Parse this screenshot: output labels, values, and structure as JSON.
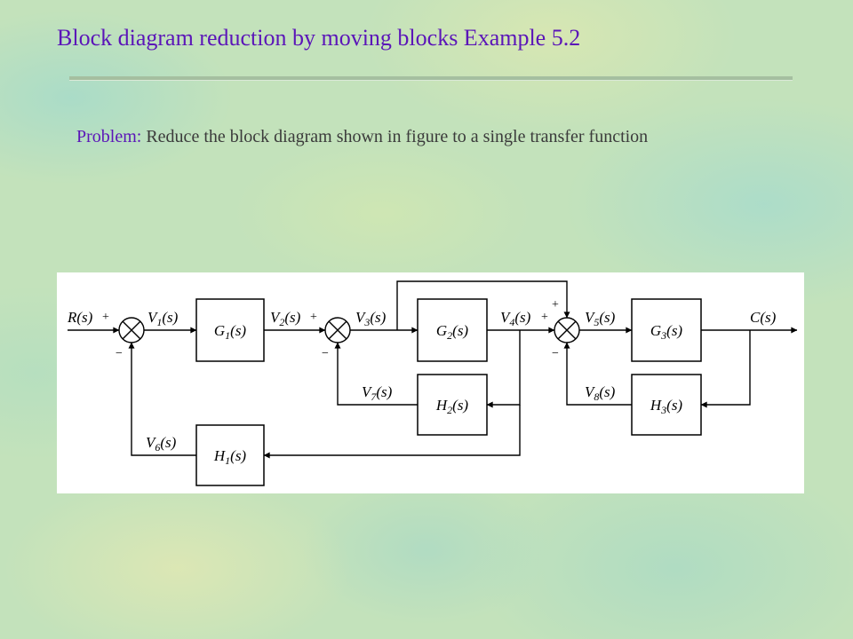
{
  "slide": {
    "title": "Block diagram reduction by moving blocks Example 5.2",
    "problem_label": "Problem:",
    "problem_text": " Reduce the block diagram shown in figure to a single transfer function"
  },
  "diagram": {
    "blocks": [
      {
        "id": "G1",
        "sym": "G",
        "sub": "1",
        "arg": "(s)"
      },
      {
        "id": "G2",
        "sym": "G",
        "sub": "2",
        "arg": "(s)"
      },
      {
        "id": "G3",
        "sym": "G",
        "sub": "3",
        "arg": "(s)"
      },
      {
        "id": "H1",
        "sym": "H",
        "sub": "1",
        "arg": "(s)"
      },
      {
        "id": "H2",
        "sym": "H",
        "sub": "2",
        "arg": "(s)"
      },
      {
        "id": "H3",
        "sym": "H",
        "sub": "3",
        "arg": "(s)"
      }
    ],
    "signals": [
      {
        "id": "R",
        "sym": "R",
        "sub": "",
        "arg": "(s)"
      },
      {
        "id": "V1",
        "sym": "V",
        "sub": "1",
        "arg": "(s)"
      },
      {
        "id": "V2",
        "sym": "V",
        "sub": "2",
        "arg": "(s)"
      },
      {
        "id": "V3",
        "sym": "V",
        "sub": "3",
        "arg": "(s)"
      },
      {
        "id": "V4",
        "sym": "V",
        "sub": "4",
        "arg": "(s)"
      },
      {
        "id": "V5",
        "sym": "V",
        "sub": "5",
        "arg": "(s)"
      },
      {
        "id": "V6",
        "sym": "V",
        "sub": "6",
        "arg": "(s)"
      },
      {
        "id": "V7",
        "sym": "V",
        "sub": "7",
        "arg": "(s)"
      },
      {
        "id": "V8",
        "sym": "V",
        "sub": "8",
        "arg": "(s)"
      },
      {
        "id": "C",
        "sym": "C",
        "sub": "",
        "arg": "(s)"
      }
    ],
    "junction_signs": {
      "sj1_in": "+",
      "sj1_fb": "−",
      "sj2_in": "+",
      "sj2_fb": "−",
      "sj3_top": "+",
      "sj3_in": "+",
      "sj3_fb": "−"
    }
  }
}
